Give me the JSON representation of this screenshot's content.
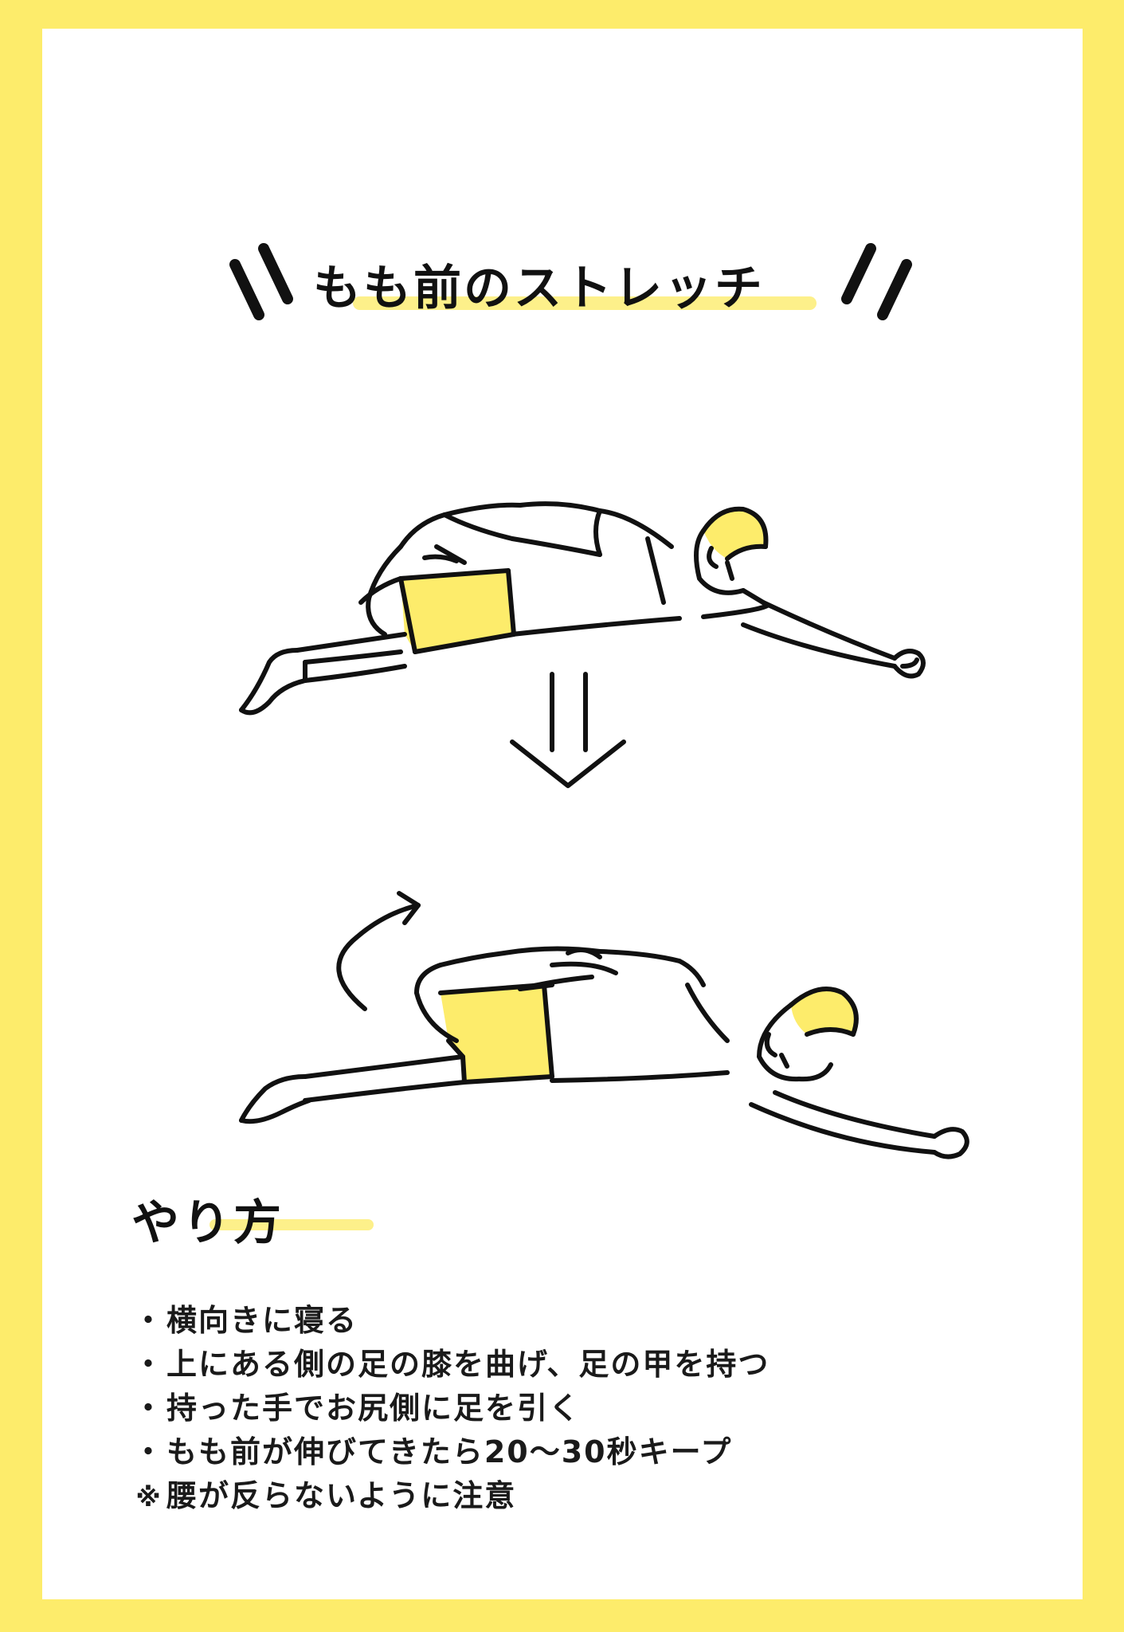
{
  "title": "もも前のストレッチ",
  "section_heading": "やり方",
  "steps": [
    "横向きに寝る",
    "上にある側の足の膝を曲げ、足の甲を持つ",
    "持った手でお尻側に足を引く",
    "もも前が伸びてきたら20〜30秒キープ"
  ],
  "bullet": "・",
  "note_mark": "※",
  "note": "腰が反らないように注意",
  "colors": {
    "accent": "#fdec6b",
    "highlight": "#fdf08a",
    "ink": "#111111",
    "background": "#ffffff"
  },
  "icons": [
    "stretch-start-illustration",
    "down-arrow-icon",
    "curved-arrow-icon",
    "stretch-end-illustration"
  ]
}
